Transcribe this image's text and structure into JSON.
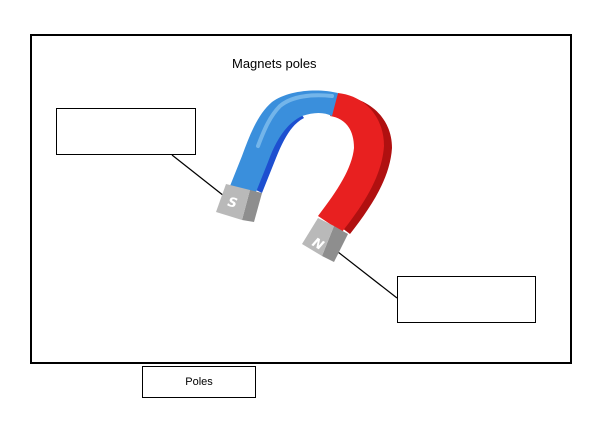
{
  "diagram": {
    "title": "Magnets poles",
    "south_pole_letter": "S",
    "north_pole_letter": "N",
    "left_answer_box": "",
    "right_answer_box": "",
    "poles_button_label": "Poles",
    "colors": {
      "south_arm": "#3a8fdc",
      "south_arm_inner": "#1d4fd0",
      "north_arm": "#e82020",
      "north_arm_shadow": "#b01010",
      "pole_cap": "#b9b9b9",
      "pole_cap_side": "#8e8e8e",
      "frame": "#000000"
    }
  }
}
